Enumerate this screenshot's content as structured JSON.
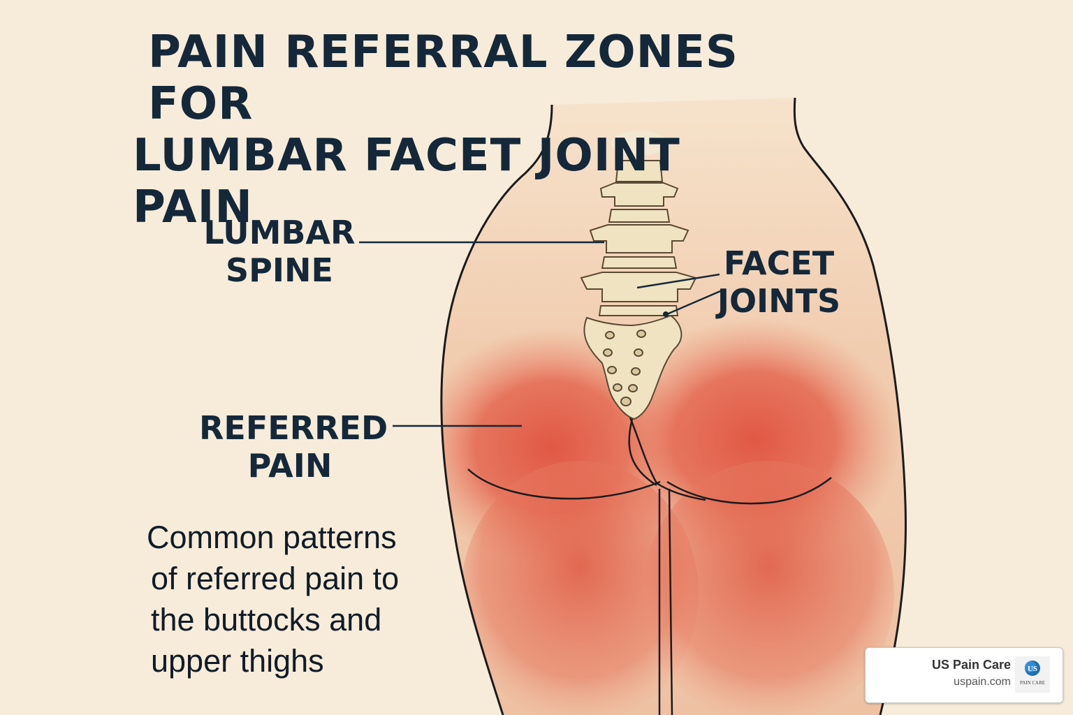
{
  "title": {
    "line1": "PAIN REFERRAL ZONES FOR",
    "line2": "LUMBAR FACET JOINT PAIN"
  },
  "labels": {
    "lumbar_spine": {
      "line1": "LUMBAR",
      "line2": "SPINE"
    },
    "facet_joints": {
      "line1": "FACET",
      "line2": "JOINTS"
    },
    "referred_pain": {
      "line1": "REFERRED",
      "line2": "PAIN"
    }
  },
  "caption": {
    "lines": [
      "Common patterns",
      "of referred pain to",
      "the buttocks and",
      "upper thighs"
    ]
  },
  "badge": {
    "name": "US Pain Care",
    "url": "uspain.com",
    "logo_text": "PAIN CARE",
    "logo_mark": "US"
  },
  "colors": {
    "background": "#f7ecd9",
    "skin": "#f1cfae",
    "pain": "#e0523f",
    "bone": "#efe3c1",
    "ink": "#14283a"
  }
}
